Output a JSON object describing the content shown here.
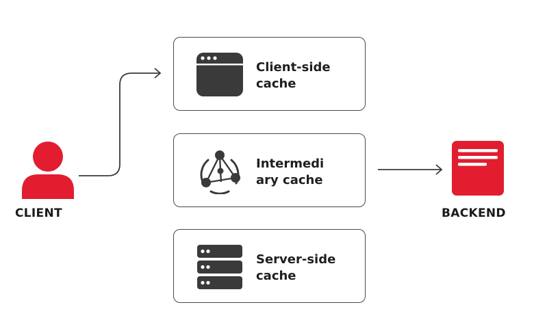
{
  "client": {
    "label": "CLIENT",
    "icon": "user-icon",
    "color": "#e11d2f"
  },
  "backend": {
    "label": "BACKEND",
    "icon": "document-icon",
    "color": "#e11d2f"
  },
  "caches": [
    {
      "line1": "Client-side",
      "line2": "cache",
      "icon": "browser-window-icon"
    },
    {
      "line1": "Intermedi",
      "line2": "ary cache",
      "icon": "network-node-icon"
    },
    {
      "line1": "Server-side",
      "line2": "cache",
      "icon": "server-stack-icon"
    }
  ],
  "colors": {
    "icon_dark": "#3a3a3a",
    "accent": "#e11d2f",
    "border": "#4a4a4a"
  }
}
